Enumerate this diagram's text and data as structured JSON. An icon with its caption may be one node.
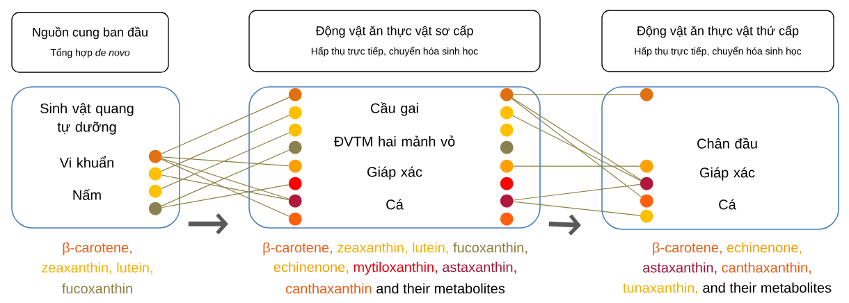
{
  "diagram": {
    "nodes": [
      {
        "text": [
          "Nguồn cung ban đầu",
          "Tổng hợp *de novo*"
        ]
      },
      {
        "text": [
          "Động vật ăn thực vật sơ cấp",
          "Hấp thụ trực tiếp, chuyển hóa sinh học"
        ]
      },
      {
        "text": [
          "Động vật ăn thực vật thứ cấp",
          "Hấp thụ trực tiếp, chuyển hóa sinh học"
        ]
      },
      {
        "text": [
          "Sinh vật quang tự dưỡng",
          "Vi khuẩn",
          "Nấm"
        ]
      },
      {
        "text": [
          "Cầu gai",
          "ĐVTM hai mảnh vỏ",
          "Giáp xác",
          "Cá"
        ]
      },
      {
        "text": [
          "Chân đầu",
          "Giáp xác",
          "Cá"
        ]
      },
      {
        "text": [],
        "shape": "circle",
        "in": 3
      },
      {
        "text": [],
        "shape": "circle",
        "in": 3
      },
      {
        "text": [],
        "shape": "circle",
        "in": 3
      },
      {
        "text": [],
        "shape": "circle",
        "in": 3
      },
      {
        "text": [],
        "shape": "circle",
        "in": 4
      },
      {
        "text": [],
        "shape": "circle",
        "in": 4
      },
      {
        "text": [],
        "shape": "circle",
        "in": 4
      },
      {
        "text": [],
        "shape": "circle",
        "in": 4
      },
      {
        "text": [],
        "shape": "circle",
        "in": 4
      },
      {
        "text": [],
        "shape": "circle",
        "in": 4
      },
      {
        "text": [],
        "shape": "circle",
        "in": 4
      },
      {
        "text": [],
        "shape": "circle",
        "in": 4
      },
      {
        "text": [],
        "shape": "circle",
        "in": 4
      },
      {
        "text": [],
        "shape": "circle",
        "in": 4
      },
      {
        "text": [],
        "shape": "circle",
        "in": 4
      },
      {
        "text": [],
        "shape": "circle",
        "in": 4
      },
      {
        "text": [],
        "shape": "circle",
        "in": 4
      },
      {
        "text": [],
        "shape": "circle",
        "in": 4
      },
      {
        "text": [],
        "shape": "circle",
        "in": 4
      },
      {
        "text": [],
        "shape": "circle",
        "in": 4
      },
      {
        "text": [],
        "shape": "circle",
        "in": 5
      },
      {
        "text": [],
        "shape": "circle",
        "in": 5
      },
      {
        "text": [],
        "shape": "circle",
        "in": 5
      },
      {
        "text": [],
        "shape": "circle",
        "in": 5
      },
      {
        "text": [],
        "shape": "circle",
        "in": 5
      }
    ],
    "edges": [
      {
        "from": 6,
        "to": 10,
        "arrow": "none"
      },
      {
        "from": 6,
        "to": 14,
        "arrow": "none"
      },
      {
        "from": 6,
        "to": 16,
        "arrow": "none"
      },
      {
        "from": 6,
        "to": 17,
        "arrow": "none"
      },
      {
        "from": 7,
        "to": 11,
        "arrow": "none"
      },
      {
        "from": 7,
        "to": 16,
        "arrow": "none"
      },
      {
        "from": 8,
        "to": 12,
        "arrow": "none"
      },
      {
        "from": 9,
        "to": 13,
        "arrow": "none"
      },
      {
        "from": 9,
        "to": 15,
        "arrow": "none"
      },
      {
        "from": 18,
        "to": 26,
        "arrow": "none"
      },
      {
        "from": 18,
        "to": 28,
        "arrow": "none"
      },
      {
        "from": 18,
        "to": 29,
        "arrow": "none"
      },
      {
        "from": 19,
        "to": 28,
        "arrow": "none"
      },
      {
        "from": 22,
        "to": 27,
        "arrow": "none"
      },
      {
        "from": 24,
        "to": 28,
        "arrow": "none"
      },
      {
        "from": 24,
        "to": 30,
        "arrow": "none"
      },
      {
        "from": 3,
        "to": 4,
        "arrow": "to",
        "style": "thick",
        "color": "#595959"
      },
      {
        "from": 4,
        "to": 5,
        "arrow": "to",
        "style": "thick",
        "color": "#595959"
      }
    ],
    "labels": [
      "β-carotene,",
      "zeaxanthin, lutein,",
      "fucoxanthin",
      "β-carotene,",
      "zeaxanthin, lutein,",
      "fucoxanthin,",
      "echinenone,",
      "mytiloxanthin,",
      "astaxanthin,",
      "canthaxanthin",
      "and their metabolites",
      "β-carotene,",
      "echinenone,",
      "astaxanthin,",
      "canthaxanthin,",
      "tunaxanthin,",
      "and their metabolites"
    ]
  }
}
